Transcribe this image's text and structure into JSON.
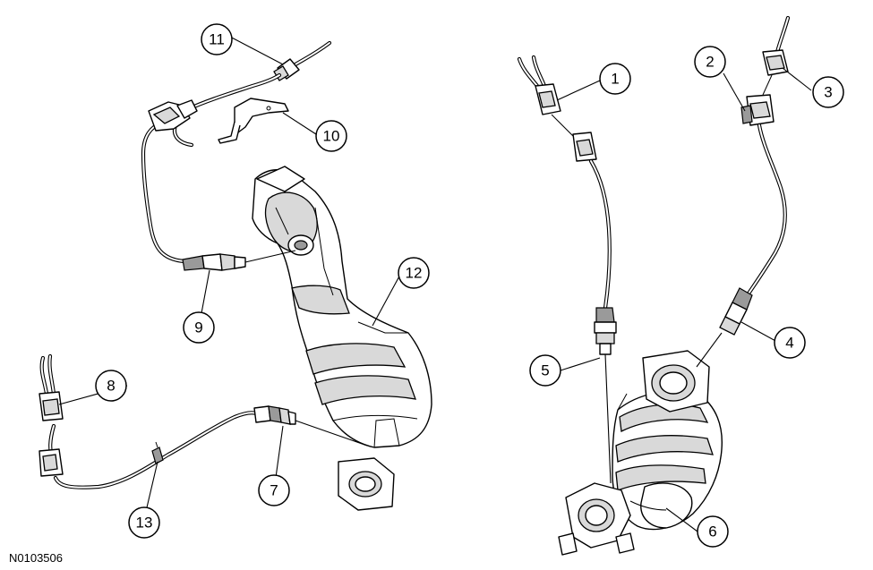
{
  "figure_id": "N0103506",
  "callouts": [
    "1",
    "2",
    "3",
    "4",
    "5",
    "6",
    "7",
    "8",
    "9",
    "10",
    "11",
    "12",
    "13"
  ]
}
